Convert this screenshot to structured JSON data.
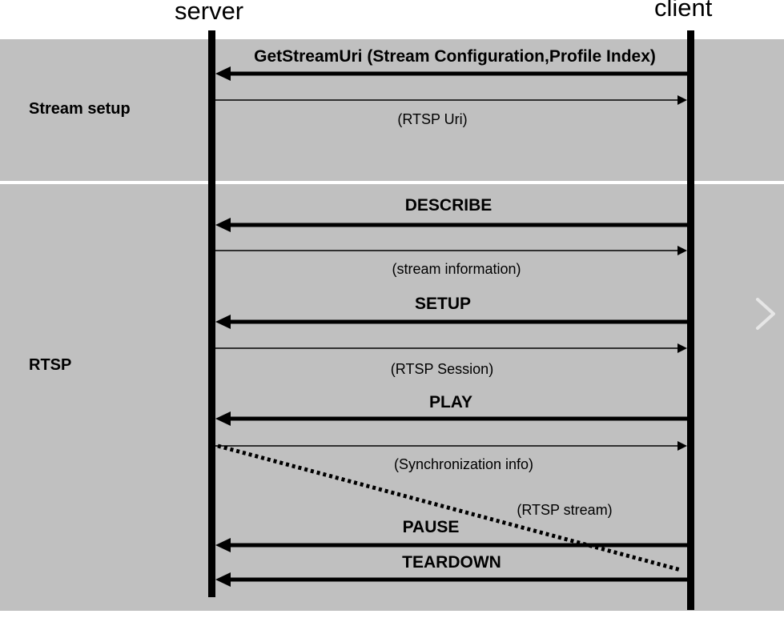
{
  "actors": {
    "left": "server",
    "right": "client"
  },
  "sections": [
    {
      "label": "Stream setup"
    },
    {
      "label": "RTSP"
    }
  ],
  "messages": [
    {
      "label": "GetStreamUri (Stream Configuration,Profile Index)",
      "direction": "client-to-server",
      "style": "bold"
    },
    {
      "label": "(RTSP Uri)",
      "direction": "server-to-client",
      "style": "thin"
    },
    {
      "label": "DESCRIBE",
      "direction": "client-to-server",
      "style": "bold"
    },
    {
      "label": "(stream information)",
      "direction": "server-to-client",
      "style": "thin"
    },
    {
      "label": "SETUP",
      "direction": "client-to-server",
      "style": "bold"
    },
    {
      "label": "(RTSP Session)",
      "direction": "server-to-client",
      "style": "thin"
    },
    {
      "label": "PLAY",
      "direction": "client-to-server",
      "style": "bold"
    },
    {
      "label": "(Synchronization info)",
      "direction": "server-to-client",
      "style": "thin"
    },
    {
      "label": "(RTSP stream)",
      "direction": "server-to-client",
      "style": "dotted"
    },
    {
      "label": "PAUSE",
      "direction": "client-to-server",
      "style": "bold"
    },
    {
      "label": "TEARDOWN",
      "direction": "client-to-server",
      "style": "bold"
    }
  ],
  "colors": {
    "band": "#c0c0c0",
    "ink": "#000000",
    "separator": "#ffffff",
    "nav_chevron": "#e6e6e6"
  },
  "icons": {
    "nav": "chevron-right-icon"
  }
}
